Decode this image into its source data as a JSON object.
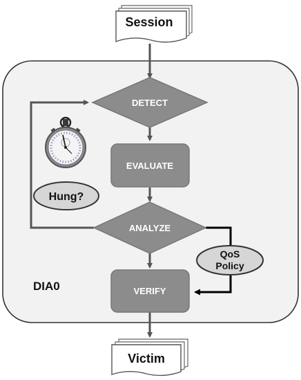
{
  "diagram": {
    "input_doc": "Session",
    "output_doc": "Victim",
    "container_label": "DIA0",
    "steps": {
      "detect": "DETECT",
      "evaluate": "EVALUATE",
      "analyze": "ANALYZE",
      "verify": "VERIFY"
    },
    "hung_label": "Hung?",
    "policy_label": {
      "line1": "QoS",
      "line2": "Policy"
    },
    "icons": {
      "timer": "stopwatch-icon"
    },
    "colors": {
      "shape_fill": "#888888",
      "shape_stroke": "#777777",
      "container_fill": "#f2f2f2",
      "arrow": "#555555",
      "policy_arrow": "#000000",
      "oval_fill": "#d6d6d6"
    }
  }
}
